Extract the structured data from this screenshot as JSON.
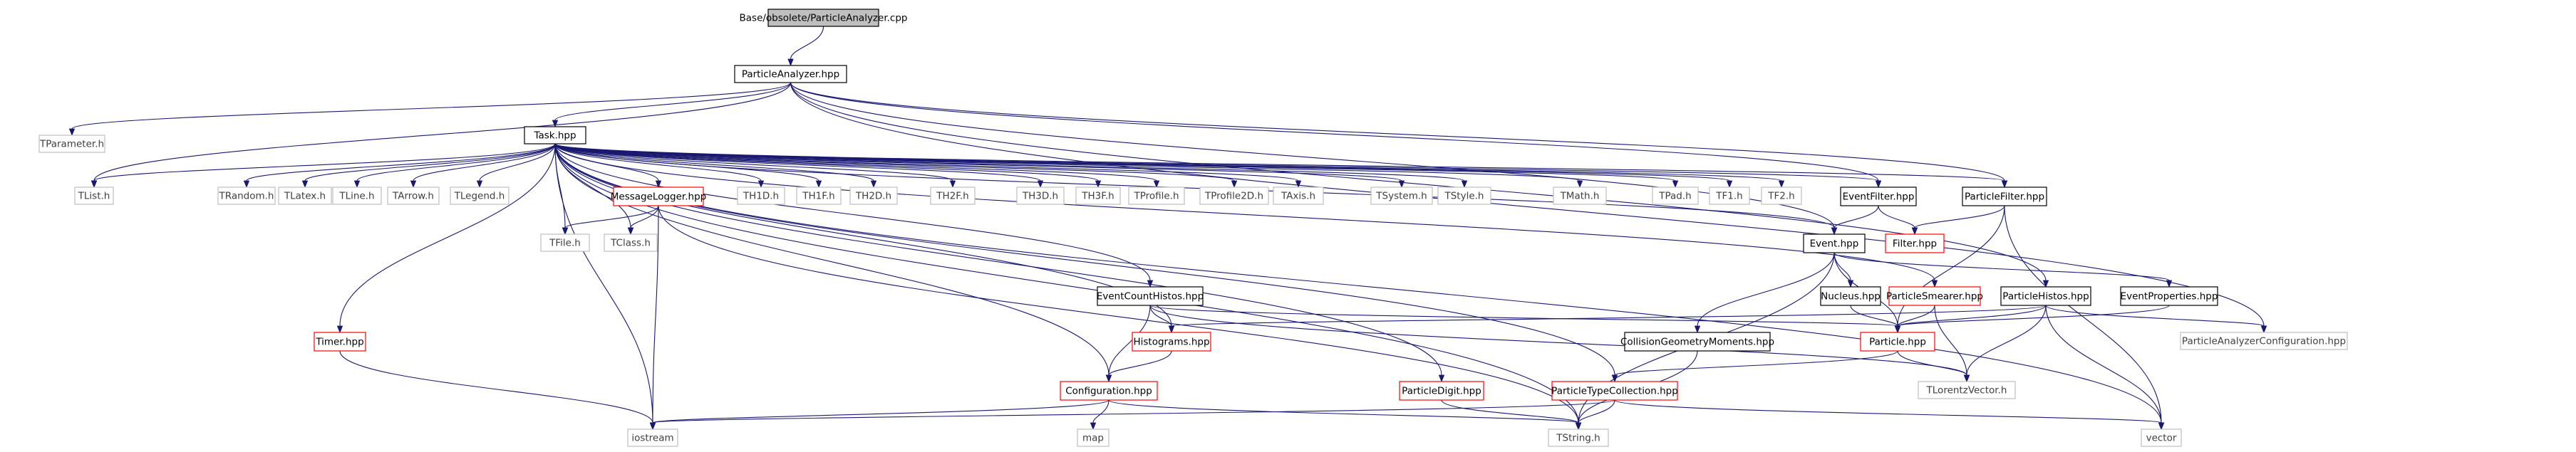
{
  "graph": {
    "type": "include-dependency-graph",
    "colors": {
      "edge": "#191970",
      "focus_fill": "#bfbfbf",
      "focus_border": "#000000",
      "documented_border": "#000000",
      "external_border": "#bfbfbf",
      "truncated_border": "#ff0000",
      "documented_text": "#000000",
      "external_text": "#404040"
    },
    "nodes": [
      {
        "id": "pa_cpp",
        "label": "Base/obsolete/ParticleAnalyzer.cpp",
        "kind": "focus"
      },
      {
        "id": "pa_hpp",
        "label": "ParticleAnalyzer.hpp",
        "kind": "documented"
      },
      {
        "id": "tparameter",
        "label": "TParameter.h",
        "kind": "external"
      },
      {
        "id": "task",
        "label": "Task.hpp",
        "kind": "documented"
      },
      {
        "id": "tlist",
        "label": "TList.h",
        "kind": "external"
      },
      {
        "id": "trandom",
        "label": "TRandom.h",
        "kind": "external"
      },
      {
        "id": "tlatex",
        "label": "TLatex.h",
        "kind": "external"
      },
      {
        "id": "tline",
        "label": "TLine.h",
        "kind": "external"
      },
      {
        "id": "tarrow",
        "label": "TArrow.h",
        "kind": "external"
      },
      {
        "id": "tlegend",
        "label": "TLegend.h",
        "kind": "external"
      },
      {
        "id": "msglogger",
        "label": "MessageLogger.hpp",
        "kind": "truncated"
      },
      {
        "id": "th1d",
        "label": "TH1D.h",
        "kind": "external"
      },
      {
        "id": "th1f",
        "label": "TH1F.h",
        "kind": "external"
      },
      {
        "id": "th2d",
        "label": "TH2D.h",
        "kind": "external"
      },
      {
        "id": "th2f",
        "label": "TH2F.h",
        "kind": "external"
      },
      {
        "id": "th3d",
        "label": "TH3D.h",
        "kind": "external"
      },
      {
        "id": "th3f",
        "label": "TH3F.h",
        "kind": "external"
      },
      {
        "id": "tprofile",
        "label": "TProfile.h",
        "kind": "external"
      },
      {
        "id": "tprofile2d",
        "label": "TProfile2D.h",
        "kind": "external"
      },
      {
        "id": "taxis",
        "label": "TAxis.h",
        "kind": "external"
      },
      {
        "id": "tsystem",
        "label": "TSystem.h",
        "kind": "external"
      },
      {
        "id": "tstyle",
        "label": "TStyle.h",
        "kind": "external"
      },
      {
        "id": "tmath",
        "label": "TMath.h",
        "kind": "external"
      },
      {
        "id": "tpad",
        "label": "TPad.h",
        "kind": "external"
      },
      {
        "id": "tf1",
        "label": "TF1.h",
        "kind": "external"
      },
      {
        "id": "tf2",
        "label": "TF2.h",
        "kind": "external"
      },
      {
        "id": "eventfilter",
        "label": "EventFilter.hpp",
        "kind": "documented"
      },
      {
        "id": "particlefilter",
        "label": "ParticleFilter.hpp",
        "kind": "documented"
      },
      {
        "id": "tfile",
        "label": "TFile.h",
        "kind": "external"
      },
      {
        "id": "tclass",
        "label": "TClass.h",
        "kind": "external"
      },
      {
        "id": "event",
        "label": "Event.hpp",
        "kind": "documented"
      },
      {
        "id": "filter",
        "label": "Filter.hpp",
        "kind": "truncated"
      },
      {
        "id": "eventcounthistos",
        "label": "EventCountHistos.hpp",
        "kind": "documented"
      },
      {
        "id": "nucleus",
        "label": "Nucleus.hpp",
        "kind": "documented"
      },
      {
        "id": "particlesmearer",
        "label": "ParticleSmearer.hpp",
        "kind": "truncated"
      },
      {
        "id": "particlehistos",
        "label": "ParticleHistos.hpp",
        "kind": "documented"
      },
      {
        "id": "eventproperties",
        "label": "EventProperties.hpp",
        "kind": "documented"
      },
      {
        "id": "timer",
        "label": "Timer.hpp",
        "kind": "truncated"
      },
      {
        "id": "histograms",
        "label": "Histograms.hpp",
        "kind": "truncated"
      },
      {
        "id": "collisiongeom",
        "label": "CollisionGeometryMoments.hpp",
        "kind": "documented"
      },
      {
        "id": "particle",
        "label": "Particle.hpp",
        "kind": "truncated"
      },
      {
        "id": "paconfig",
        "label": "ParticleAnalyzerConfiguration.hpp",
        "kind": "external"
      },
      {
        "id": "configuration",
        "label": "Configuration.hpp",
        "kind": "truncated"
      },
      {
        "id": "particledigit",
        "label": "ParticleDigit.hpp",
        "kind": "truncated"
      },
      {
        "id": "particletypecoll",
        "label": "ParticleTypeCollection.hpp",
        "kind": "truncated"
      },
      {
        "id": "tlorentz",
        "label": "TLorentzVector.h",
        "kind": "external"
      },
      {
        "id": "iostream",
        "label": "iostream",
        "kind": "external"
      },
      {
        "id": "map",
        "label": "map",
        "kind": "external"
      },
      {
        "id": "tstring",
        "label": "TString.h",
        "kind": "external"
      },
      {
        "id": "vector",
        "label": "vector",
        "kind": "external"
      }
    ],
    "edges": [
      [
        "pa_cpp",
        "pa_hpp"
      ],
      [
        "pa_hpp",
        "tparameter"
      ],
      [
        "pa_hpp",
        "task"
      ],
      [
        "pa_hpp",
        "tlist"
      ],
      [
        "pa_hpp",
        "eventfilter"
      ],
      [
        "pa_hpp",
        "particlefilter"
      ],
      [
        "pa_hpp",
        "event"
      ],
      [
        "pa_hpp",
        "particlehistos"
      ],
      [
        "pa_hpp",
        "paconfig"
      ],
      [
        "task",
        "tlist"
      ],
      [
        "task",
        "trandom"
      ],
      [
        "task",
        "tlatex"
      ],
      [
        "task",
        "tline"
      ],
      [
        "task",
        "tarrow"
      ],
      [
        "task",
        "tlegend"
      ],
      [
        "task",
        "msglogger"
      ],
      [
        "task",
        "th1d"
      ],
      [
        "task",
        "th1f"
      ],
      [
        "task",
        "th2d"
      ],
      [
        "task",
        "th2f"
      ],
      [
        "task",
        "th3d"
      ],
      [
        "task",
        "th3f"
      ],
      [
        "task",
        "tprofile"
      ],
      [
        "task",
        "tprofile2d"
      ],
      [
        "task",
        "taxis"
      ],
      [
        "task",
        "tsystem"
      ],
      [
        "task",
        "tstyle"
      ],
      [
        "task",
        "tmath"
      ],
      [
        "task",
        "tpad"
      ],
      [
        "task",
        "tf1"
      ],
      [
        "task",
        "tf2"
      ],
      [
        "task",
        "eventfilter"
      ],
      [
        "task",
        "particlefilter"
      ],
      [
        "task",
        "tfile"
      ],
      [
        "task",
        "tclass"
      ],
      [
        "task",
        "event"
      ],
      [
        "task",
        "timer"
      ],
      [
        "task",
        "iostream"
      ],
      [
        "task",
        "configuration"
      ],
      [
        "task",
        "histograms"
      ],
      [
        "task",
        "eventcounthistos"
      ],
      [
        "task",
        "particledigit"
      ],
      [
        "task",
        "tstring"
      ],
      [
        "task",
        "particletypecoll"
      ],
      [
        "task",
        "particlesmearer"
      ],
      [
        "task",
        "vector"
      ],
      [
        "msglogger",
        "tfile"
      ],
      [
        "msglogger",
        "tclass"
      ],
      [
        "msglogger",
        "iostream"
      ],
      [
        "msglogger",
        "tstring"
      ],
      [
        "eventfilter",
        "event"
      ],
      [
        "eventfilter",
        "filter"
      ],
      [
        "particlefilter",
        "filter"
      ],
      [
        "particlefilter",
        "particle"
      ],
      [
        "particlefilter",
        "vector"
      ],
      [
        "event",
        "nucleus"
      ],
      [
        "event",
        "collisiongeom"
      ],
      [
        "event",
        "eventproperties"
      ],
      [
        "event",
        "particle"
      ],
      [
        "event",
        "tstring"
      ],
      [
        "nucleus",
        "particle"
      ],
      [
        "particlesmearer",
        "particle"
      ],
      [
        "particlesmearer",
        "tlorentz"
      ],
      [
        "particlehistos",
        "particle"
      ],
      [
        "particlehistos",
        "histograms"
      ],
      [
        "particlehistos",
        "tlorentz"
      ],
      [
        "particlehistos",
        "paconfig"
      ],
      [
        "particlehistos",
        "vector"
      ],
      [
        "eventproperties",
        "particle"
      ],
      [
        "eventcounthistos",
        "histograms"
      ],
      [
        "eventcounthistos",
        "configuration"
      ],
      [
        "eventcounthistos",
        "particle"
      ],
      [
        "eventcounthistos",
        "tlorentz"
      ],
      [
        "histograms",
        "configuration"
      ],
      [
        "collisiongeom",
        "tstring"
      ],
      [
        "particle",
        "tlorentz"
      ],
      [
        "particle",
        "particletypecoll"
      ],
      [
        "configuration",
        "iostream"
      ],
      [
        "configuration",
        "map"
      ],
      [
        "configuration",
        "tstring"
      ],
      [
        "particledigit",
        "tstring"
      ],
      [
        "particletypecoll",
        "iostream"
      ],
      [
        "particletypecoll",
        "tstring"
      ],
      [
        "particletypecoll",
        "vector"
      ],
      [
        "timer",
        "iostream"
      ]
    ]
  }
}
